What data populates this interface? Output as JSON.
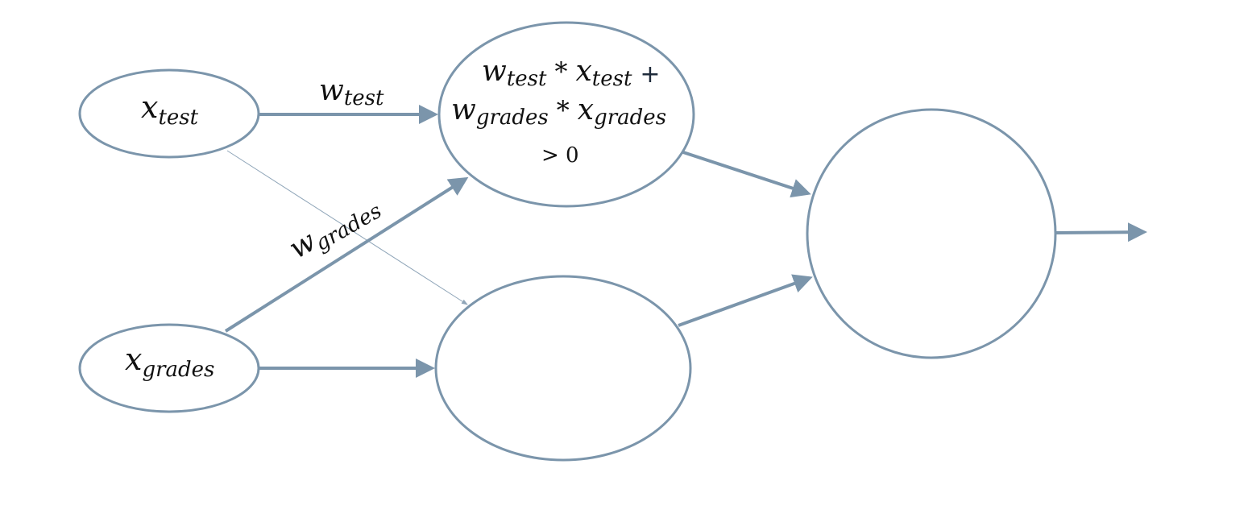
{
  "nodes": {
    "input_test": {
      "var": "x",
      "sub": "test"
    },
    "input_grades": {
      "var": "x",
      "sub": "grades"
    },
    "hidden_top": {
      "line1": {
        "w": "w",
        "w_sub": "test",
        "op": "*",
        "x": "x",
        "x_sub": "test",
        "plus": "+"
      },
      "line2": {
        "w": "w",
        "w_sub": "grades",
        "op": "*",
        "x": "x",
        "x_sub": "grades"
      },
      "line3": "> 0"
    }
  },
  "edges": {
    "w_test": {
      "var": "w",
      "sub": "test"
    },
    "w_grades": {
      "var": "w",
      "sub": "grades"
    }
  },
  "colors": {
    "stroke": "#7b95ab",
    "text": "#111111"
  }
}
